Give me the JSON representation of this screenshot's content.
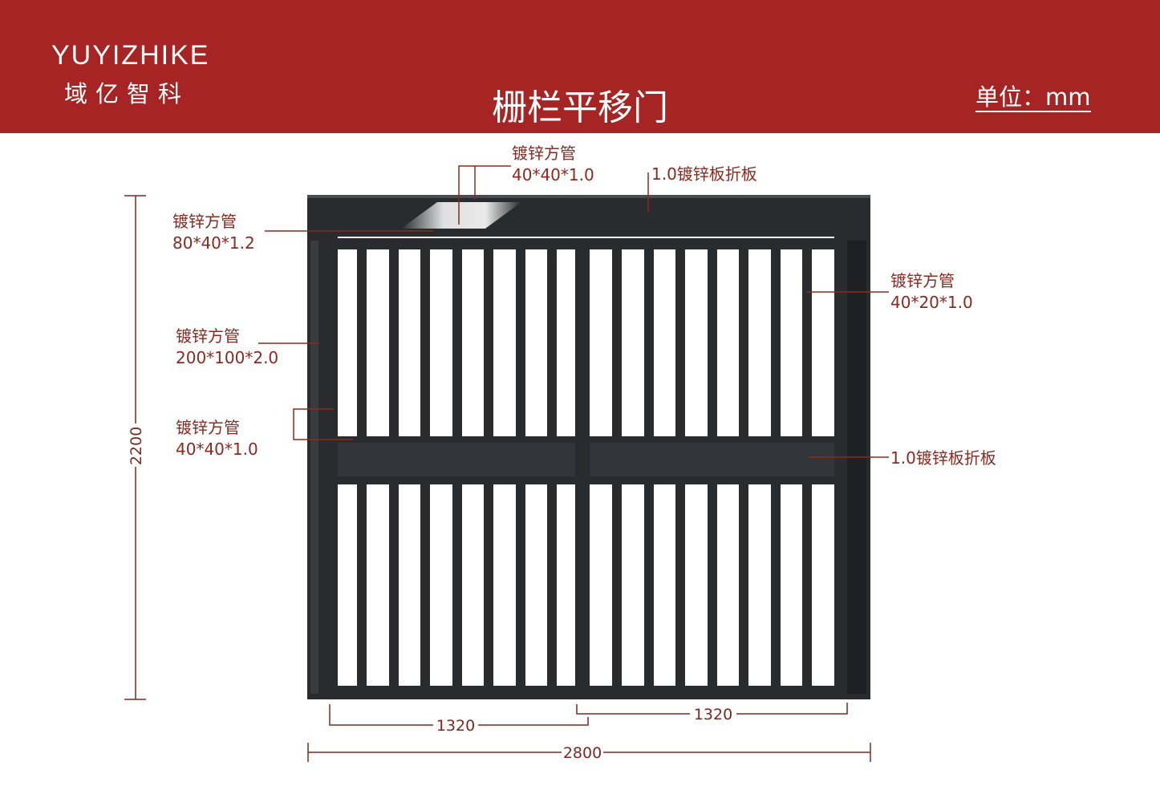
{
  "header": {
    "brand_en": "YUYIZHIKE",
    "brand_cn": "域亿智科",
    "title": "栅栏平移门",
    "unit": "单位：mm"
  },
  "colors": {
    "header_bg": "#a62423",
    "gate": "#2a2b2e",
    "leader": "#8a2a20"
  },
  "callouts": {
    "top_tube_name": "镀锌方管",
    "top_tube_spec": "40*40*1.0",
    "top_fold": "1.0镀锌板折板",
    "beam_name": "镀锌方管",
    "beam_spec": "80*40*1.2",
    "post_name": "镀锌方管",
    "post_spec": "200*100*2.0",
    "mid_tube_name": "镀锌方管",
    "mid_tube_spec": "40*40*1.0",
    "bar_name": "镀锌方管",
    "bar_spec": "40*20*1.0",
    "mid_fold": "1.0镀锌板折板"
  },
  "dimensions": {
    "height": "2200",
    "left_panel": "1320",
    "right_panel": "1320",
    "total_width": "2800"
  }
}
